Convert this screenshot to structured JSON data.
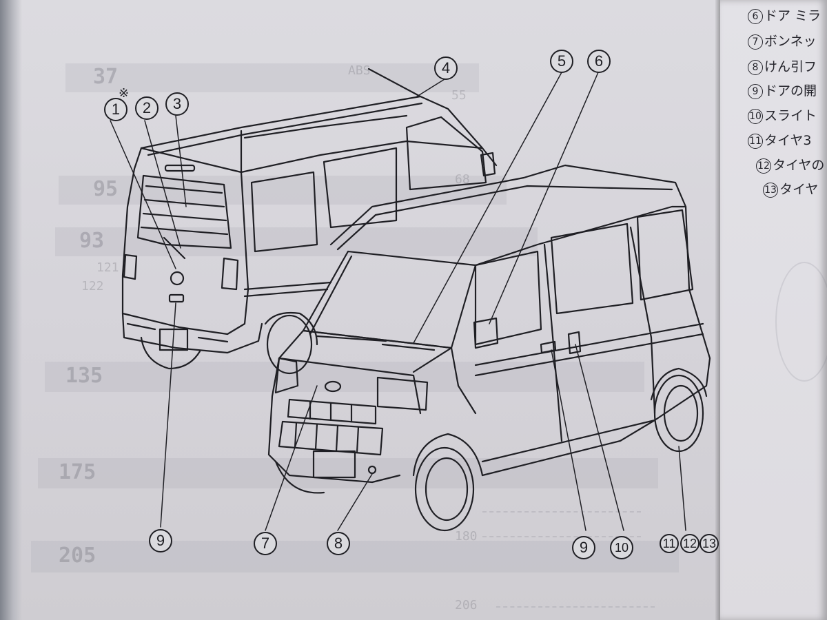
{
  "callouts": {
    "c1": "1",
    "c2": "2",
    "c3": "3",
    "c4": "4",
    "c5": "5",
    "c6": "6",
    "c7": "7",
    "c8": "8",
    "c9a": "9",
    "c9b": "9",
    "c10": "10",
    "c11": "11",
    "c12": "12",
    "c13": "13"
  },
  "asterisk": "※",
  "legend": [
    {
      "num": "6",
      "text": "ドア ミラ"
    },
    {
      "num": "7",
      "text": "ボンネッ"
    },
    {
      "num": "8",
      "text": "けん引フ"
    },
    {
      "num": "9",
      "text": "ドアの開"
    },
    {
      "num": "10",
      "text": "スライト"
    },
    {
      "num": "11",
      "text": "タイヤ3"
    },
    {
      "num": "12",
      "text": "タイヤの"
    },
    {
      "num": "13",
      "text": "タイヤ"
    }
  ],
  "ghost": {
    "b1": "37",
    "b2": "95",
    "b3": "93",
    "b4": "135",
    "b5": "175",
    "b6": "205",
    "n1": "121",
    "n2": "122",
    "n3": "180",
    "n4": "206",
    "n5": "68",
    "n6": "55",
    "n7": "ABS"
  },
  "colors": {
    "ink": "#1f1f24",
    "paper": "#dcdbe0",
    "spine": "#3a3f49"
  }
}
